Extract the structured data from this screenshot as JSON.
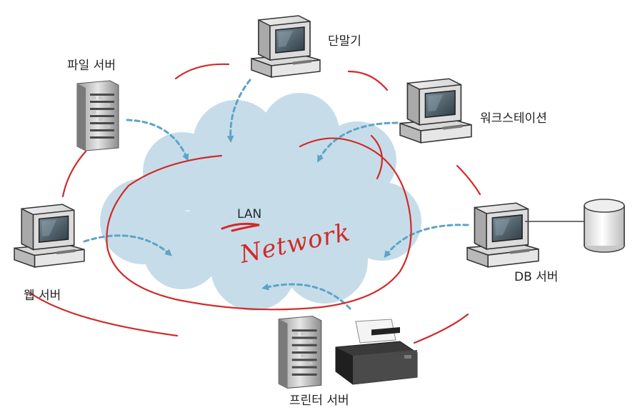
{
  "nodes": {
    "terminal": "단말기",
    "file_server": "파일 서버",
    "workstation": "워크스테이션",
    "web_server": "웹 서버",
    "db_server": "DB 서버",
    "printer_server": "프린터 서버"
  },
  "center": {
    "lan": "LAN",
    "annotation": "Network"
  },
  "colors": {
    "cloud": "#c6dde9",
    "arrow": "#5ea3c8",
    "annotation": "#d12a2a"
  }
}
